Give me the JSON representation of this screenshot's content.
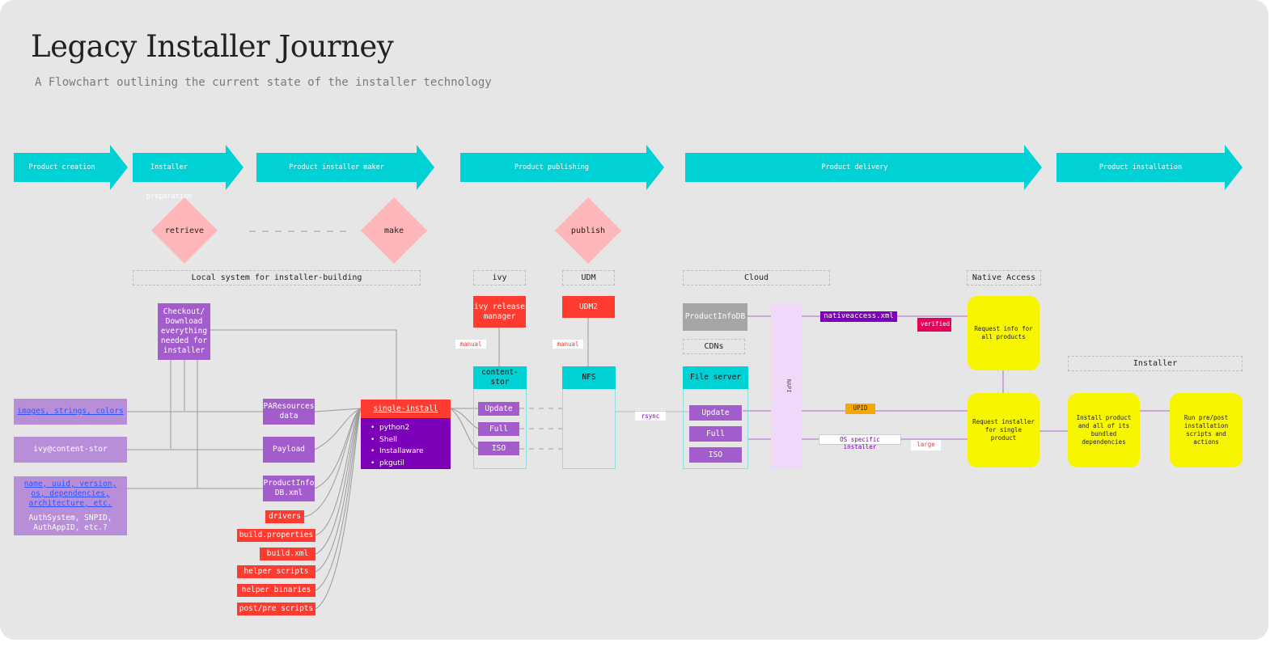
{
  "title": "Legacy Installer Journey",
  "subtitle": "A Flowchart outlining the current state of the installer technology",
  "stages": [
    "Product creation",
    "Installer preparation",
    "Product installer maker",
    "Product publishing",
    "Product delivery",
    "Product installation"
  ],
  "diamonds": {
    "retrieve": "retrieve",
    "make": "make",
    "publish": "publish"
  },
  "sections": {
    "local": "Local system for installer-building",
    "ivy": "ivy",
    "udm": "UDM",
    "cloud": "Cloud",
    "native_access": "Native Access",
    "installer": "Installer"
  },
  "inputs": {
    "images": "images, strings, colors",
    "ivy_content": "ivy@content-stor",
    "meta_link": "name, uuid, version, os, dependencies, architecture, etc.",
    "meta_text": "AuthSystem, SNPID, AuthAppID, etc.?"
  },
  "checkout": "Checkout/ Download everything needed for installer",
  "assets": {
    "paresources": "PAResources data",
    "payload": "Payload",
    "productinfo": "ProductInfo DB.xml"
  },
  "red_files": [
    "drivers",
    "build.properties",
    "build.xml",
    "helper scripts",
    "helper binaries",
    "post/pre scripts"
  ],
  "single_install": {
    "title": "single-install",
    "items": [
      "python2",
      "Shell",
      "Installaware",
      "pkgutil"
    ]
  },
  "ivy_release": "ivy release manager",
  "udm2": "UDM2",
  "content_stor": "content-stor",
  "nfs": "NFS",
  "variants": [
    "Update",
    "Full",
    "ISO"
  ],
  "file_server": "File server",
  "productinfodb": "ProductInfoDB",
  "cdns": "CDNs",
  "napi": "NAPI",
  "tags": {
    "manual": "manual",
    "rsync": "rsync",
    "nativeaccess": "nativeaccess.xml",
    "verified": "verified",
    "upid": "UPID",
    "os_specific": "OS specific installer",
    "large": "large"
  },
  "yellow": {
    "request_info": "Request info for all products",
    "request_installer": "Request installer for single product",
    "install_product": "Install product and all of its bundled dependencies",
    "run_scripts": "Run pre/post installation scripts and actions"
  }
}
